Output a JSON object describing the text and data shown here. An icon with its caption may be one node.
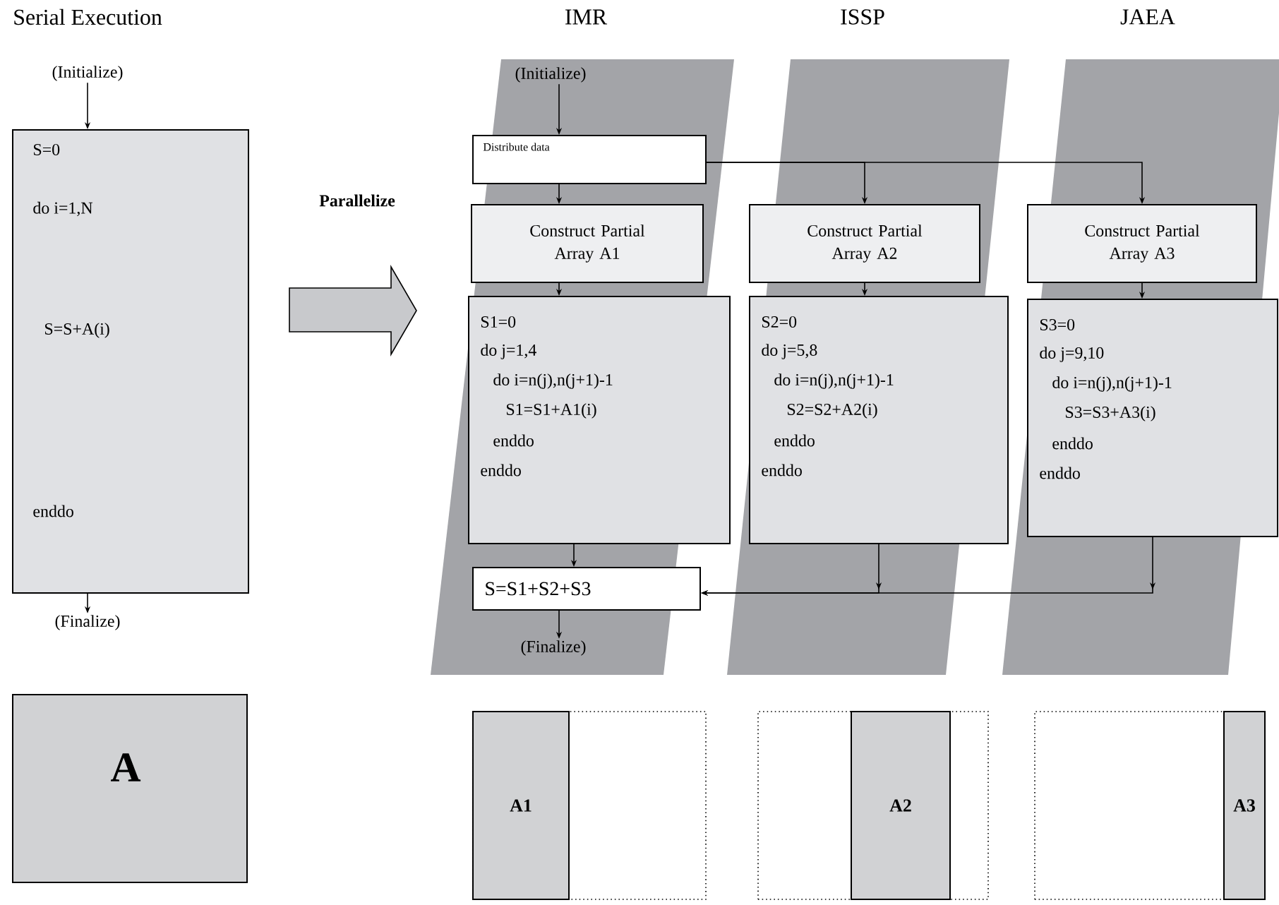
{
  "diagram": {
    "nodes": [
      {
        "text": [
          "(Initialize)"
        ]
      },
      {
        "text": [
          "S=0",
          "do i=1,N",
          "S=S+A(i)",
          "enddo"
        ]
      },
      {
        "text": [
          "(Finalize)"
        ]
      },
      {
        "text": [
          "(Initialize)"
        ]
      },
      {
        "text": [
          "Distribute data"
        ]
      },
      {
        "text": [
          "Construct Partial Array A1"
        ]
      },
      {
        "text": [
          "Construct Partial Array A2"
        ]
      },
      {
        "text": [
          "Construct Partial Array A3"
        ]
      },
      {
        "text": [
          "S1=0",
          "do j=1,4",
          "do i=n(j),n(j+1)-1",
          "S1=S1+A1(i)",
          "enddo",
          "enddo"
        ]
      },
      {
        "text": [
          "S2=0",
          "do j=5,8",
          "do i=n(j),n(j+1)-1",
          "S2=S2+A2(i)",
          "enddo",
          "enddo"
        ]
      },
      {
        "text": [
          "S3=0",
          "do j=9,10",
          "do i=n(j),n(j+1)-1",
          "S3=S3+A3(i)",
          "enddo",
          "enddo"
        ]
      },
      {
        "text": [
          "S=S1+S2+S3"
        ]
      },
      {
        "text": [
          "(Finalize)"
        ]
      },
      {
        "text": [
          "A"
        ]
      },
      {
        "text": [],
        "shape": "box"
      },
      {
        "text": [
          "A1"
        ],
        "in": 14
      },
      {
        "text": [],
        "shape": "box"
      },
      {
        "text": [
          "A2"
        ],
        "in": 16
      },
      {
        "text": [],
        "shape": "box"
      },
      {
        "text": [
          "A3"
        ],
        "in": 18
      }
    ],
    "edges": [
      {
        "from": 0,
        "to": 1,
        "arrow": "to"
      },
      {
        "from": 1,
        "to": 2,
        "arrow": "to"
      },
      {
        "from": 3,
        "to": 4,
        "arrow": "to"
      },
      {
        "from": 4,
        "to": 5,
        "arrow": "to"
      },
      {
        "from": 4,
        "to": 6,
        "arrow": "to"
      },
      {
        "from": 4,
        "to": 7,
        "arrow": "to"
      },
      {
        "from": 5,
        "to": 8,
        "arrow": "to"
      },
      {
        "from": 6,
        "to": 9,
        "arrow": "to"
      },
      {
        "from": 7,
        "to": 10,
        "arrow": "to"
      },
      {
        "from": 8,
        "to": 11,
        "arrow": "to"
      },
      {
        "from": 9,
        "to": 11,
        "arrow": "to"
      },
      {
        "from": 10,
        "to": 11,
        "arrow": "to"
      },
      {
        "from": 11,
        "to": 12,
        "arrow": "to"
      }
    ],
    "labels": [
      "Serial Execution",
      "IMR",
      "ISSP",
      "JAEA",
      "Parallelize"
    ]
  }
}
